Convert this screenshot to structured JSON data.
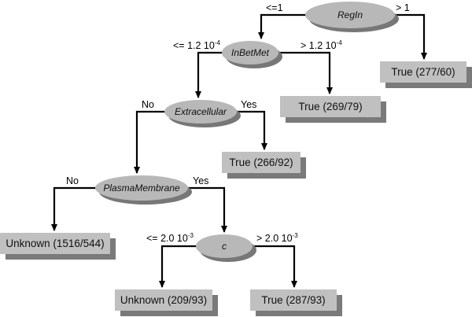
{
  "diagram": {
    "type": "decision-tree",
    "colors": {
      "node_fill": "#b8b8b8",
      "node_shadow": "#777777",
      "leaf_fill": "#c0c0c0",
      "leaf_shadow": "#7a7a7a",
      "edge": "#000000"
    },
    "nodes": [
      {
        "id": "regin",
        "label": "RegIn"
      },
      {
        "id": "inbetmet",
        "label": "InBetMet"
      },
      {
        "id": "extracellular",
        "label": "Extracellular"
      },
      {
        "id": "plasmamembrane",
        "label": "PlasmaMembrane"
      },
      {
        "id": "c",
        "label": "c"
      }
    ],
    "leaves": [
      {
        "id": "leaf-true-277",
        "label": "True (277/60)"
      },
      {
        "id": "leaf-true-269",
        "label": "True (269/79)"
      },
      {
        "id": "leaf-true-266",
        "label": "True (266/92)"
      },
      {
        "id": "leaf-unknown-1516",
        "label": "Unknown (1516/544)"
      },
      {
        "id": "leaf-unknown-209",
        "label": "Unknown (209/93)"
      },
      {
        "id": "leaf-true-287",
        "label": "True (287/93)"
      }
    ],
    "edges": [
      {
        "from": "regin",
        "to": "inbetmet",
        "label": "<=1",
        "exp": ""
      },
      {
        "from": "regin",
        "to": "leaf-true-277",
        "label": "> 1",
        "exp": ""
      },
      {
        "from": "inbetmet",
        "to": "extracellular",
        "label": "<= 1.2 10",
        "exp": "-4"
      },
      {
        "from": "inbetmet",
        "to": "leaf-true-269",
        "label": "> 1.2 10",
        "exp": "-4"
      },
      {
        "from": "extracellular",
        "to": "plasmamembrane",
        "label": "No",
        "exp": ""
      },
      {
        "from": "extracellular",
        "to": "leaf-true-266",
        "label": "Yes",
        "exp": ""
      },
      {
        "from": "plasmamembrane",
        "to": "leaf-unknown-1516",
        "label": "No",
        "exp": ""
      },
      {
        "from": "plasmamembrane",
        "to": "c",
        "label": "Yes",
        "exp": ""
      },
      {
        "from": "c",
        "to": "leaf-unknown-209",
        "label": "<= 2.0 10",
        "exp": "-3"
      },
      {
        "from": "c",
        "to": "leaf-true-287",
        "label": "> 2.0 10",
        "exp": "-3"
      }
    ]
  }
}
